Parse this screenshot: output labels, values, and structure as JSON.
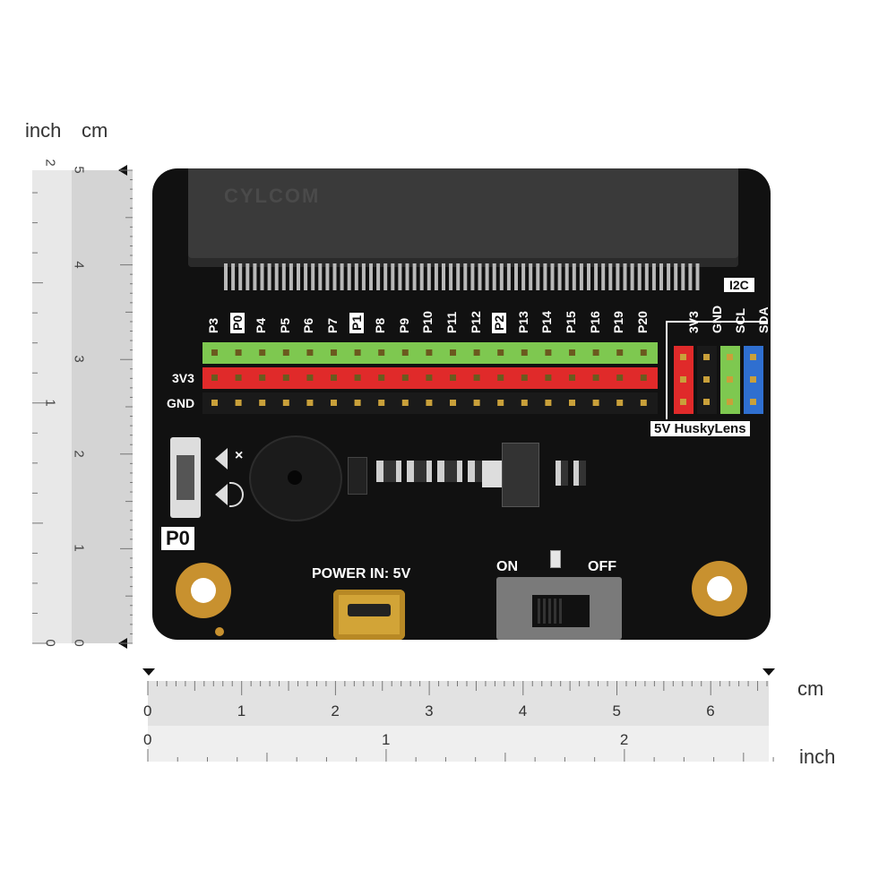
{
  "vertical_ruler": {
    "units": {
      "inch": "inch",
      "cm": "cm"
    },
    "cm_ticks": [
      "5",
      "4",
      "3",
      "2",
      "1",
      "0"
    ],
    "inch_ticks": [
      "2",
      "1",
      "0"
    ]
  },
  "horizontal_ruler": {
    "units": {
      "cm": "cm",
      "inch": "inch"
    },
    "cm_ticks": [
      "0",
      "1",
      "2",
      "3",
      "4",
      "5",
      "6"
    ],
    "inch_ticks": [
      "0",
      "1",
      "2"
    ]
  },
  "board": {
    "connector_text": "CYLCOM",
    "gpio_labels": [
      "P3",
      "P0",
      "P4",
      "P5",
      "P6",
      "P7",
      "P1",
      "P8",
      "P9",
      "P10",
      "P11",
      "P12",
      "P2",
      "P13",
      "P14",
      "P15",
      "P16",
      "P19",
      "P20"
    ],
    "row_labels": {
      "power": "3V3",
      "ground": "GND"
    },
    "i2c_title": "I2C",
    "i2c_labels": [
      "3V3",
      "GND",
      "SCL",
      "SDA"
    ],
    "i2c_footer": "5V HuskyLens",
    "speaker_off": "×",
    "switch_label": "P0",
    "power_label": "POWER IN: 5V",
    "on_label": "ON",
    "off_label": "OFF",
    "colors": {
      "signal_row": "#7ec850",
      "power_row": "#e02a2a",
      "ground_row": "#1a1a1a",
      "sda": "#2f6fd0",
      "pcb": "#111111"
    }
  }
}
